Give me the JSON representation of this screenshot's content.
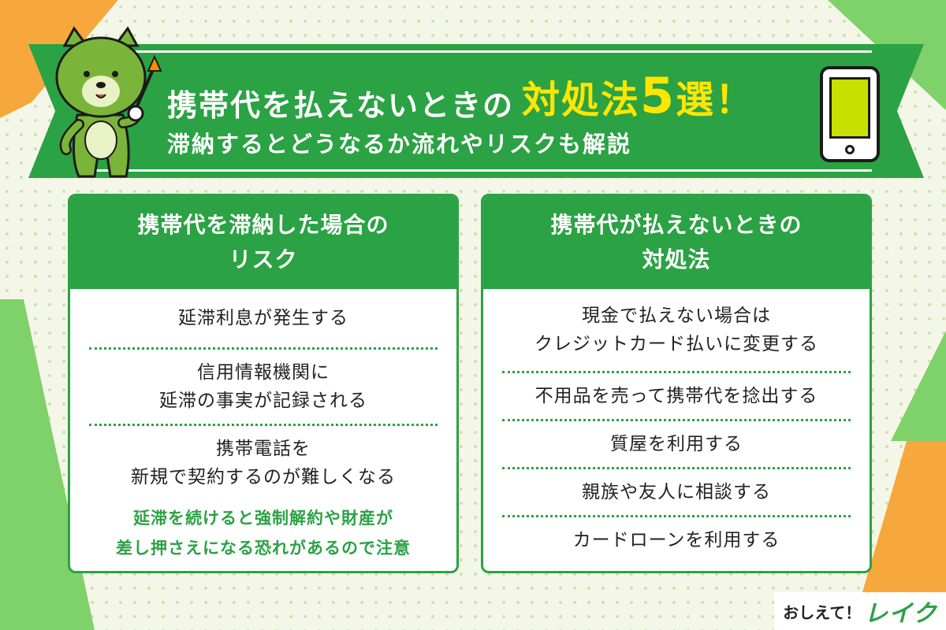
{
  "header": {
    "title_part1": "携帯代を払えないときの",
    "title_emphasis_text": "対処法",
    "title_emphasis_number": "5",
    "title_emphasis_suffix": "選！",
    "subtitle": "滞納するとどうなるか流れやリスクも解説"
  },
  "left_panel": {
    "heading_line1": "携帯代を滞納した場合の",
    "heading_line2": "リスク",
    "items": [
      {
        "line1": "延滞利息が発生する",
        "line2": ""
      },
      {
        "line1": "信用情報機関に",
        "line2": "延滞の事実が記録される"
      },
      {
        "line1": "携帯電話を",
        "line2": "新規で契約するのが難しくなる"
      }
    ],
    "note_line1": "延滞を続けると強制解約や財産が",
    "note_line2": "差し押さえになる恐れがあるので注意"
  },
  "right_panel": {
    "heading_line1": "携帯代が払えないときの",
    "heading_line2": "対処法",
    "items": [
      {
        "line1": "現金で払えない場合は",
        "line2": "クレジットカード払いに変更する"
      },
      {
        "line1": "不用品を売って携帯代を捻出する",
        "line2": ""
      },
      {
        "line1": "質屋を利用する",
        "line2": ""
      },
      {
        "line1": "親族や友人に相談する",
        "line2": ""
      },
      {
        "line1": "カードローンを利用する",
        "line2": ""
      }
    ]
  },
  "brand": {
    "prefix": "おしえて！",
    "name": "レイク"
  },
  "icons": {
    "mascot": "green-dog-mascot-with-pointer",
    "phone": "smartphone-icon"
  },
  "colors": {
    "primary_green": "#2ba244",
    "accent_yellow": "#ffe600",
    "corner_orange": "#f6a83c",
    "corner_green": "#7fd16a"
  }
}
